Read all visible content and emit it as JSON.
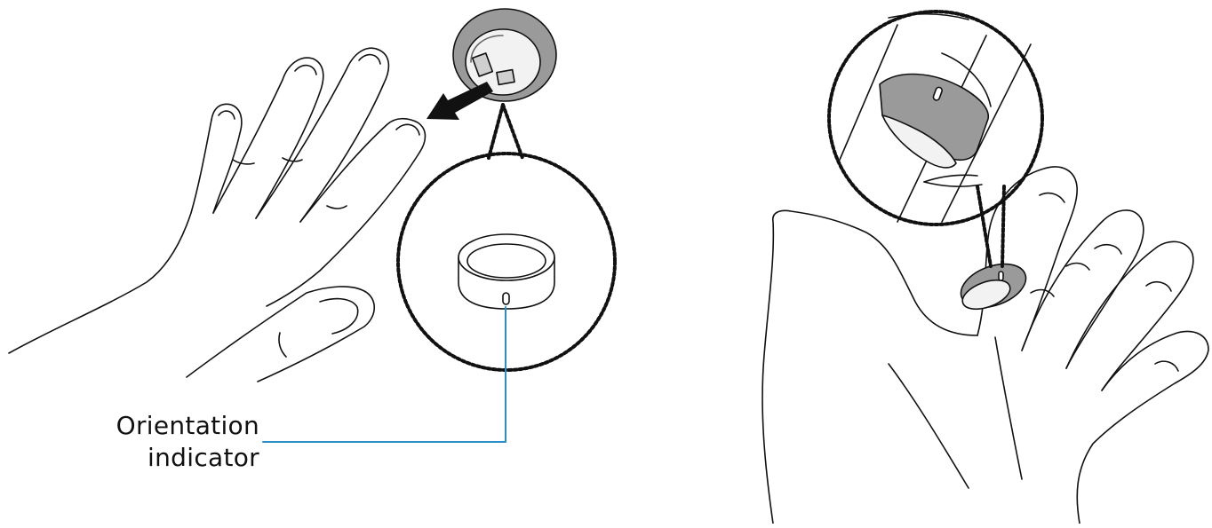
{
  "callout": {
    "line1": "Orientation",
    "line2": "indicator"
  },
  "colors": {
    "outline": "#111111",
    "ring_fill": "#9a9a9a",
    "ring_inner": "#f2f2f2",
    "callout_line": "#2a8fc8",
    "background": "#ffffff"
  },
  "icons": [
    "hand-illustration",
    "ring-illustration",
    "arrow-icon",
    "magnifier-circle"
  ]
}
